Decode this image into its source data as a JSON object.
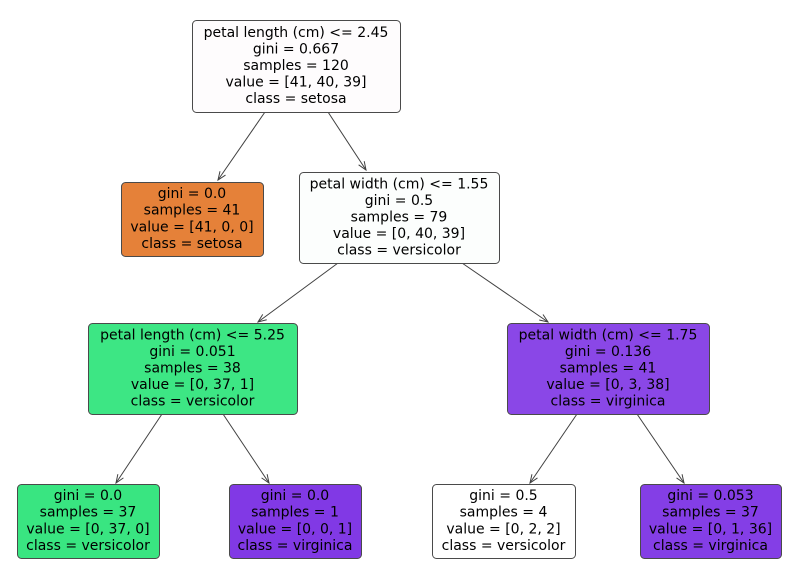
{
  "nodes": [
    {
      "id": "root",
      "fill": "#fefcfd",
      "lines": [
        "petal length (cm) <= 2.45",
        "gini = 0.667",
        "samples = 120",
        "value = [41, 40, 39]",
        "class = setosa"
      ]
    },
    {
      "id": "n1",
      "fill": "#e58139",
      "lines": [
        "gini = 0.0",
        "samples = 41",
        "value = [41, 0, 0]",
        "class = setosa"
      ]
    },
    {
      "id": "n2",
      "fill": "#fcfefd",
      "lines": [
        "petal width (cm) <= 1.55",
        "gini = 0.5",
        "samples = 79",
        "value = [0, 40, 39]",
        "class = versicolor"
      ]
    },
    {
      "id": "n3",
      "fill": "#3de684",
      "lines": [
        "petal length (cm) <= 5.25",
        "gini = 0.051",
        "samples = 38",
        "value = [0, 37, 1]",
        "class = versicolor"
      ]
    },
    {
      "id": "n4",
      "fill": "#8a47e7",
      "lines": [
        "petal width (cm) <= 1.75",
        "gini = 0.136",
        "samples = 41",
        "value = [0, 3, 38]",
        "class = virginica"
      ]
    },
    {
      "id": "n5",
      "fill": "#39e581",
      "lines": [
        "gini = 0.0",
        "samples = 37",
        "value = [0, 37, 0]",
        "class = versicolor"
      ]
    },
    {
      "id": "n6",
      "fill": "#8139e5",
      "lines": [
        "gini = 0.0",
        "samples = 1",
        "value = [0, 0, 1]",
        "class = virginica"
      ]
    },
    {
      "id": "n7",
      "fill": "#ffffff",
      "lines": [
        "gini = 0.5",
        "samples = 4",
        "value = [0, 2, 2]",
        "class = versicolor"
      ]
    },
    {
      "id": "n8",
      "fill": "#843ee6",
      "lines": [
        "gini = 0.053",
        "samples = 37",
        "value = [0, 1, 36]",
        "class = virginica"
      ]
    }
  ],
  "edges": [
    {
      "from": "root",
      "to": "n1"
    },
    {
      "from": "root",
      "to": "n2"
    },
    {
      "from": "n2",
      "to": "n3"
    },
    {
      "from": "n2",
      "to": "n4"
    },
    {
      "from": "n3",
      "to": "n5"
    },
    {
      "from": "n3",
      "to": "n6"
    },
    {
      "from": "n4",
      "to": "n7"
    },
    {
      "from": "n4",
      "to": "n8"
    }
  ]
}
